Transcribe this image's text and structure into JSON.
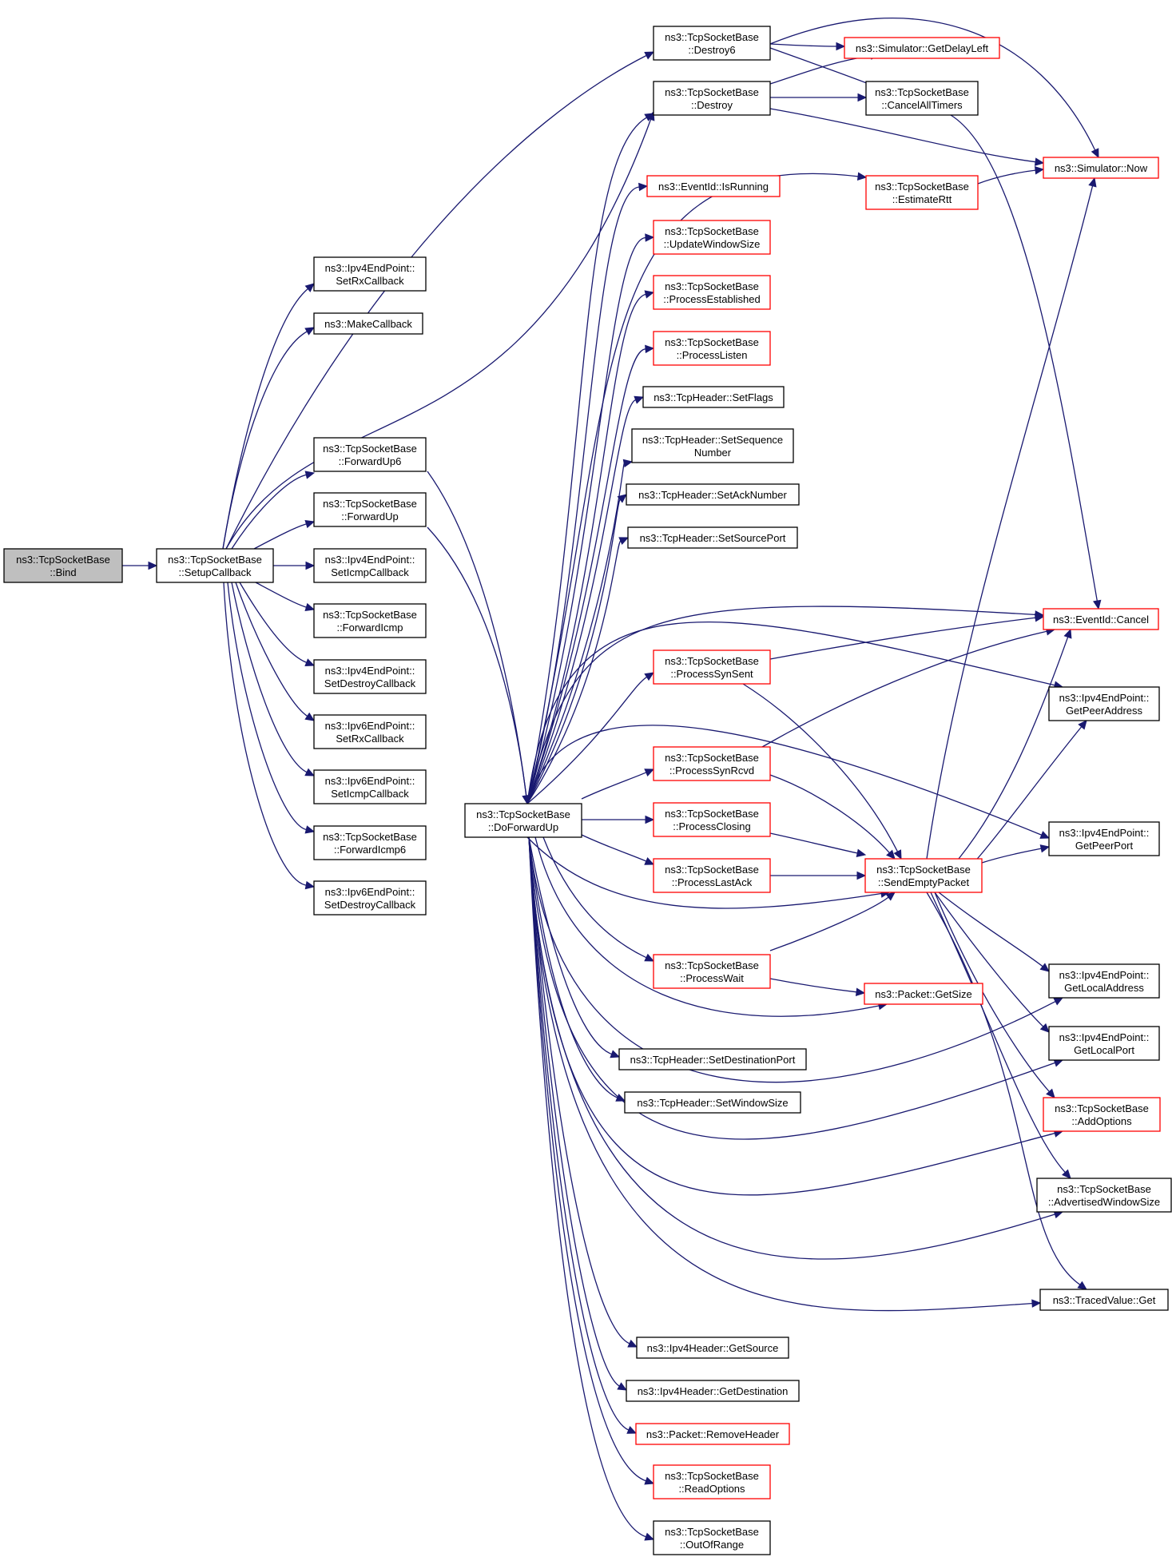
{
  "colors": {
    "edge": "#191970",
    "border_black": "#000000",
    "border_red": "#ff0000",
    "fill_root": "#bfbfbf",
    "fill_normal": "#ffffff"
  },
  "nodes": [
    {
      "id": "bind",
      "lines": [
        "ns3::TcpSocketBase",
        "::Bind"
      ],
      "style": "root"
    },
    {
      "id": "setupcb",
      "lines": [
        "ns3::TcpSocketBase",
        "::SetupCallback"
      ],
      "style": "black"
    },
    {
      "id": "ipv4setrx",
      "lines": [
        "ns3::Ipv4EndPoint::",
        "SetRxCallback"
      ],
      "style": "black"
    },
    {
      "id": "makecb",
      "lines": [
        "ns3::MakeCallback"
      ],
      "style": "black"
    },
    {
      "id": "fwdup6",
      "lines": [
        "ns3::TcpSocketBase",
        "::ForwardUp6"
      ],
      "style": "black"
    },
    {
      "id": "fwdup",
      "lines": [
        "ns3::TcpSocketBase",
        "::ForwardUp"
      ],
      "style": "black"
    },
    {
      "id": "ipv4seticmp",
      "lines": [
        "ns3::Ipv4EndPoint::",
        "SetIcmpCallback"
      ],
      "style": "black"
    },
    {
      "id": "fwdicmp",
      "lines": [
        "ns3::TcpSocketBase",
        "::ForwardIcmp"
      ],
      "style": "black"
    },
    {
      "id": "ipv4setdestroy",
      "lines": [
        "ns3::Ipv4EndPoint::",
        "SetDestroyCallback"
      ],
      "style": "black"
    },
    {
      "id": "ipv6setrx",
      "lines": [
        "ns3::Ipv6EndPoint::",
        "SetRxCallback"
      ],
      "style": "black"
    },
    {
      "id": "ipv6seticmp",
      "lines": [
        "ns3::Ipv6EndPoint::",
        "SetIcmpCallback"
      ],
      "style": "black"
    },
    {
      "id": "fwdicmp6",
      "lines": [
        "ns3::TcpSocketBase",
        "::ForwardIcmp6"
      ],
      "style": "black"
    },
    {
      "id": "ipv6setdestroy",
      "lines": [
        "ns3::Ipv6EndPoint::",
        "SetDestroyCallback"
      ],
      "style": "black"
    },
    {
      "id": "doforwardup",
      "lines": [
        "ns3::TcpSocketBase",
        "::DoForwardUp"
      ],
      "style": "black"
    },
    {
      "id": "destroy6",
      "lines": [
        "ns3::TcpSocketBase",
        "::Destroy6"
      ],
      "style": "black"
    },
    {
      "id": "destroy",
      "lines": [
        "ns3::TcpSocketBase",
        "::Destroy"
      ],
      "style": "black"
    },
    {
      "id": "isrunning",
      "lines": [
        "ns3::EventId::IsRunning"
      ],
      "style": "red"
    },
    {
      "id": "updatewin",
      "lines": [
        "ns3::TcpSocketBase",
        "::UpdateWindowSize"
      ],
      "style": "red"
    },
    {
      "id": "procest",
      "lines": [
        "ns3::TcpSocketBase",
        "::ProcessEstablished"
      ],
      "style": "red"
    },
    {
      "id": "proclisten",
      "lines": [
        "ns3::TcpSocketBase",
        "::ProcessListen"
      ],
      "style": "red"
    },
    {
      "id": "setflags",
      "lines": [
        "ns3::TcpHeader::SetFlags"
      ],
      "style": "black"
    },
    {
      "id": "setseq",
      "lines": [
        "ns3::TcpHeader::SetSequence",
        "Number"
      ],
      "style": "black"
    },
    {
      "id": "setack",
      "lines": [
        "ns3::TcpHeader::SetAckNumber"
      ],
      "style": "black"
    },
    {
      "id": "setsrcport",
      "lines": [
        "ns3::TcpHeader::SetSourcePort"
      ],
      "style": "black"
    },
    {
      "id": "procsynsent",
      "lines": [
        "ns3::TcpSocketBase",
        "::ProcessSynSent"
      ],
      "style": "red"
    },
    {
      "id": "procsynrcvd",
      "lines": [
        "ns3::TcpSocketBase",
        "::ProcessSynRcvd"
      ],
      "style": "red"
    },
    {
      "id": "procclosing",
      "lines": [
        "ns3::TcpSocketBase",
        "::ProcessClosing"
      ],
      "style": "red"
    },
    {
      "id": "proclastack",
      "lines": [
        "ns3::TcpSocketBase",
        "::ProcessLastAck"
      ],
      "style": "red"
    },
    {
      "id": "procwait",
      "lines": [
        "ns3::TcpSocketBase",
        "::ProcessWait"
      ],
      "style": "red"
    },
    {
      "id": "setdstport",
      "lines": [
        "ns3::TcpHeader::SetDestinationPort"
      ],
      "style": "black"
    },
    {
      "id": "setwinsize",
      "lines": [
        "ns3::TcpHeader::SetWindowSize"
      ],
      "style": "black"
    },
    {
      "id": "getsource",
      "lines": [
        "ns3::Ipv4Header::GetSource"
      ],
      "style": "black"
    },
    {
      "id": "getdest",
      "lines": [
        "ns3::Ipv4Header::GetDestination"
      ],
      "style": "black"
    },
    {
      "id": "removeheader",
      "lines": [
        "ns3::Packet::RemoveHeader"
      ],
      "style": "red"
    },
    {
      "id": "readoptions",
      "lines": [
        "ns3::TcpSocketBase",
        "::ReadOptions"
      ],
      "style": "red"
    },
    {
      "id": "outofrange",
      "lines": [
        "ns3::TcpSocketBase",
        "::OutOfRange"
      ],
      "style": "black"
    },
    {
      "id": "getdelayleft",
      "lines": [
        "ns3::Simulator::GetDelayLeft"
      ],
      "style": "red"
    },
    {
      "id": "cancelall",
      "lines": [
        "ns3::TcpSocketBase",
        "::CancelAllTimers"
      ],
      "style": "black"
    },
    {
      "id": "estimatertt",
      "lines": [
        "ns3::TcpSocketBase",
        "::EstimateRtt"
      ],
      "style": "red"
    },
    {
      "id": "sendempty",
      "lines": [
        "ns3::TcpSocketBase",
        "::SendEmptyPacket"
      ],
      "style": "red"
    },
    {
      "id": "getsize",
      "lines": [
        "ns3::Packet::GetSize"
      ],
      "style": "red"
    },
    {
      "id": "simnow",
      "lines": [
        "ns3::Simulator::Now"
      ],
      "style": "red"
    },
    {
      "id": "evcancel",
      "lines": [
        "ns3::EventId::Cancel"
      ],
      "style": "red"
    },
    {
      "id": "getpeeraddr",
      "lines": [
        "ns3::Ipv4EndPoint::",
        "GetPeerAddress"
      ],
      "style": "black"
    },
    {
      "id": "getpeerport",
      "lines": [
        "ns3::Ipv4EndPoint::",
        "GetPeerPort"
      ],
      "style": "black"
    },
    {
      "id": "getlocaladdr",
      "lines": [
        "ns3::Ipv4EndPoint::",
        "GetLocalAddress"
      ],
      "style": "black"
    },
    {
      "id": "getlocalport",
      "lines": [
        "ns3::Ipv4EndPoint::",
        "GetLocalPort"
      ],
      "style": "black"
    },
    {
      "id": "addoptions",
      "lines": [
        "ns3::TcpSocketBase",
        "::AddOptions"
      ],
      "style": "red"
    },
    {
      "id": "advwin",
      "lines": [
        "ns3::TcpSocketBase",
        "::AdvertisedWindowSize"
      ],
      "style": "black"
    },
    {
      "id": "tracedget",
      "lines": [
        "ns3::TracedValue::Get"
      ],
      "style": "black"
    }
  ],
  "edges": [
    {
      "from": "bind",
      "to": "setupcb"
    },
    {
      "from": "setupcb",
      "to": "ipv4setrx"
    },
    {
      "from": "setupcb",
      "to": "makecb"
    },
    {
      "from": "setupcb",
      "to": "fwdup6"
    },
    {
      "from": "setupcb",
      "to": "fwdup"
    },
    {
      "from": "setupcb",
      "to": "ipv4seticmp"
    },
    {
      "from": "setupcb",
      "to": "fwdicmp"
    },
    {
      "from": "setupcb",
      "to": "ipv4setdestroy"
    },
    {
      "from": "setupcb",
      "to": "ipv6setrx"
    },
    {
      "from": "setupcb",
      "to": "ipv6seticmp"
    },
    {
      "from": "setupcb",
      "to": "fwdicmp6"
    },
    {
      "from": "setupcb",
      "to": "ipv6setdestroy"
    },
    {
      "from": "setupcb",
      "to": "destroy6"
    },
    {
      "from": "setupcb",
      "to": "destroy"
    },
    {
      "from": "fwdup6",
      "to": "doforwardup"
    },
    {
      "from": "fwdup",
      "to": "doforwardup"
    },
    {
      "from": "doforwardup",
      "to": "destroy"
    },
    {
      "from": "doforwardup",
      "to": "estimatertt"
    },
    {
      "from": "doforwardup",
      "to": "isrunning"
    },
    {
      "from": "doforwardup",
      "to": "updatewin"
    },
    {
      "from": "doforwardup",
      "to": "procest"
    },
    {
      "from": "doforwardup",
      "to": "proclisten"
    },
    {
      "from": "doforwardup",
      "to": "setflags"
    },
    {
      "from": "doforwardup",
      "to": "setseq"
    },
    {
      "from": "doforwardup",
      "to": "setack"
    },
    {
      "from": "doforwardup",
      "to": "setsrcport"
    },
    {
      "from": "doforwardup",
      "to": "evcancel"
    },
    {
      "from": "doforwardup",
      "to": "procsynsent"
    },
    {
      "from": "doforwardup",
      "to": "getpeeraddr"
    },
    {
      "from": "doforwardup",
      "to": "procsynrcvd"
    },
    {
      "from": "doforwardup",
      "to": "getpeerport"
    },
    {
      "from": "doforwardup",
      "to": "procclosing"
    },
    {
      "from": "doforwardup",
      "to": "proclastack"
    },
    {
      "from": "doforwardup",
      "to": "sendempty"
    },
    {
      "from": "doforwardup",
      "to": "procwait"
    },
    {
      "from": "doforwardup",
      "to": "getsize"
    },
    {
      "from": "doforwardup",
      "to": "getlocaladdr"
    },
    {
      "from": "doforwardup",
      "to": "setdstport"
    },
    {
      "from": "doforwardup",
      "to": "setwinsize"
    },
    {
      "from": "doforwardup",
      "to": "getlocalport"
    },
    {
      "from": "doforwardup",
      "to": "addoptions"
    },
    {
      "from": "doforwardup",
      "to": "advwin"
    },
    {
      "from": "doforwardup",
      "to": "tracedget"
    },
    {
      "from": "doforwardup",
      "to": "getsource"
    },
    {
      "from": "doforwardup",
      "to": "getdest"
    },
    {
      "from": "doforwardup",
      "to": "removeheader"
    },
    {
      "from": "doforwardup",
      "to": "readoptions"
    },
    {
      "from": "doforwardup",
      "to": "outofrange"
    },
    {
      "from": "destroy6",
      "to": "getdelayleft"
    },
    {
      "from": "destroy6",
      "to": "cancelall"
    },
    {
      "from": "destroy6",
      "to": "simnow"
    },
    {
      "from": "destroy",
      "to": "getdelayleft"
    },
    {
      "from": "destroy",
      "to": "cancelall"
    },
    {
      "from": "destroy",
      "to": "simnow"
    },
    {
      "from": "cancelall",
      "to": "evcancel"
    },
    {
      "from": "estimatertt",
      "to": "simnow"
    },
    {
      "from": "procsynsent",
      "to": "evcancel"
    },
    {
      "from": "procsynsent",
      "to": "sendempty"
    },
    {
      "from": "procsynrcvd",
      "to": "evcancel"
    },
    {
      "from": "procsynrcvd",
      "to": "sendempty"
    },
    {
      "from": "procclosing",
      "to": "sendempty"
    },
    {
      "from": "proclastack",
      "to": "sendempty"
    },
    {
      "from": "procwait",
      "to": "sendempty"
    },
    {
      "from": "procwait",
      "to": "getsize"
    },
    {
      "from": "sendempty",
      "to": "simnow"
    },
    {
      "from": "sendempty",
      "to": "evcancel"
    },
    {
      "from": "sendempty",
      "to": "getpeeraddr"
    },
    {
      "from": "sendempty",
      "to": "getpeerport"
    },
    {
      "from": "sendempty",
      "to": "getlocaladdr"
    },
    {
      "from": "sendempty",
      "to": "getlocalport"
    },
    {
      "from": "sendempty",
      "to": "addoptions"
    },
    {
      "from": "sendempty",
      "to": "advwin"
    },
    {
      "from": "sendempty",
      "to": "tracedget"
    }
  ]
}
